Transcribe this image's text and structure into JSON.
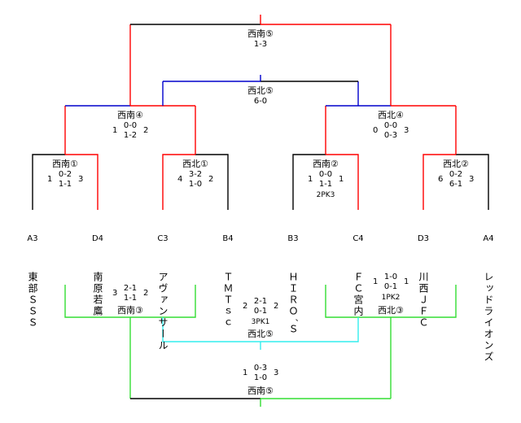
{
  "colors": {
    "black": "#000000",
    "red": "#ff0000",
    "blue": "#0000cc",
    "green": "#33dd33",
    "cyan": "#33eeee"
  },
  "teams": [
    {
      "code": "A3",
      "name": "東部ＳＳＳ"
    },
    {
      "code": "D4",
      "name": "南原若鷹"
    },
    {
      "code": "C3",
      "name": "アヴァンサール"
    },
    {
      "code": "B4",
      "name": "ＴＭＴｓｃ"
    },
    {
      "code": "B3",
      "name": "ＨＩＲＯ´Ｓ"
    },
    {
      "code": "C4",
      "name": "ＦＣ宮内"
    },
    {
      "code": "D3",
      "name": "川西ＪＦＣ"
    },
    {
      "code": "A4",
      "name": "レッドライオンズ"
    }
  ],
  "matches": {
    "final_top": {
      "label": "西南⑤",
      "score": "1-3"
    },
    "semi_top": {
      "label": "西北⑤",
      "score": "6-0"
    },
    "qf_left": {
      "label": "西南④",
      "left": "1",
      "right": "2",
      "half1": "0-0",
      "half2": "1-2"
    },
    "qf_right": {
      "label": "西北④",
      "left": "0",
      "right": "3",
      "half1": "0-0",
      "half2": "0-3"
    },
    "r1_1": {
      "label": "西南①",
      "left": "1",
      "right": "3",
      "half1": "0-2",
      "half2": "1-1"
    },
    "r1_2": {
      "label": "西北①",
      "left": "4",
      "right": "2",
      "half1": "3-2",
      "half2": "1-0"
    },
    "r1_3": {
      "label": "西南②",
      "left": "1",
      "right": "1",
      "half1": "0-0",
      "half2": "1-1",
      "pk": "2PK3"
    },
    "r1_4": {
      "label": "西北②",
      "left": "6",
      "right": "3",
      "half1": "0-2",
      "half2": "6-1"
    },
    "c_left": {
      "label": "西南③",
      "left": "3",
      "right": "2",
      "half1": "2-1",
      "half2": "1-1"
    },
    "c_right": {
      "label": "西北③",
      "left": "1",
      "right": "1",
      "half1": "1-0",
      "half2": "0-1",
      "pk": "1PK2"
    },
    "c_mid": {
      "label": "西北⑤",
      "left": "2",
      "right": "2",
      "half1": "2-1",
      "half2": "0-1",
      "pk": "3PK1"
    },
    "c_final": {
      "label": "西南⑤",
      "left": "1",
      "right": "3",
      "half1": "0-3",
      "half2": "1-0"
    }
  }
}
